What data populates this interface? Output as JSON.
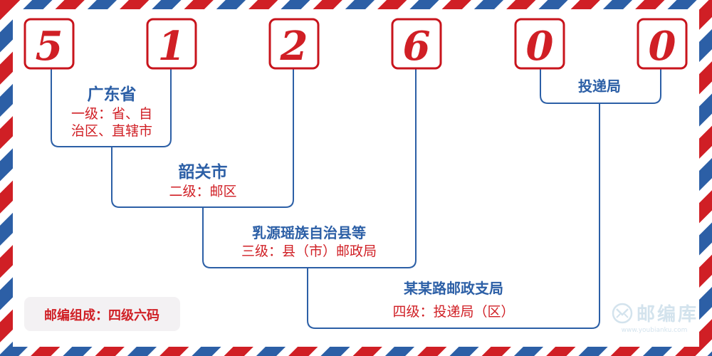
{
  "colors": {
    "red": "#d01f25",
    "blue": "#2c5fa6",
    "line": "#2c5fa6",
    "digit_border": "#c8141c",
    "legend_bg": "#f3f1f3",
    "watermark": "#cfe0ec"
  },
  "postcode": {
    "digits": [
      "5",
      "1",
      "2",
      "6",
      "0",
      "0"
    ]
  },
  "levels": {
    "province": {
      "name": "广东省",
      "desc_line1": "一级：省、自",
      "desc_line2": "治区、直辖市"
    },
    "city": {
      "name": "韶关市",
      "desc": "二级：邮区"
    },
    "county": {
      "name": "乳源瑶族自治县等",
      "desc": "三级：县（市）邮政局"
    },
    "branch": {
      "name": "某某路邮政支局",
      "desc": "四级：投递局（区）"
    },
    "delivery": {
      "name": "投递局"
    }
  },
  "legend": {
    "label": "邮编组成：四级六码"
  },
  "watermark": {
    "brand": "邮编库",
    "url": "www.youbianku.com",
    "icon": "envelope-circle-icon"
  }
}
